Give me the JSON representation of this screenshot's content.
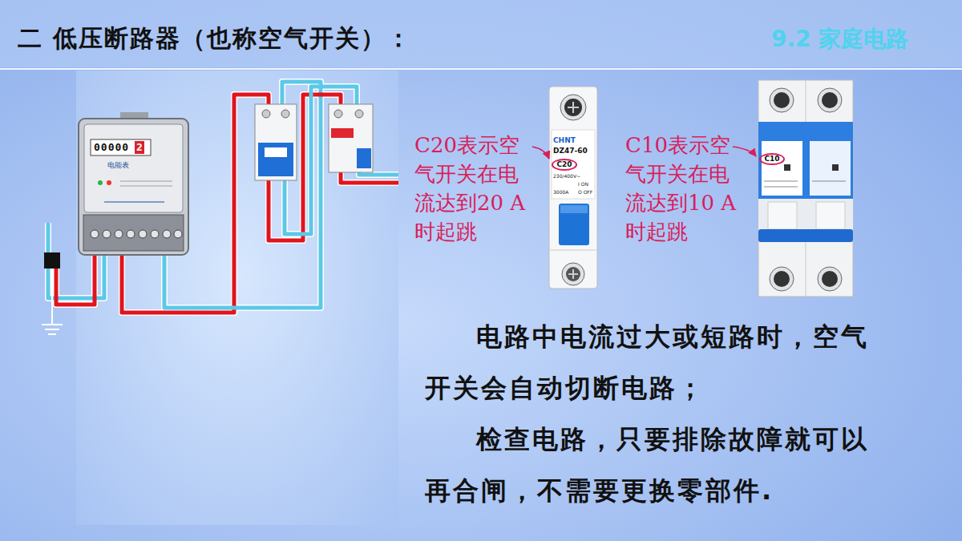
{
  "diagram": {
    "title": "二 低压断路器（也称空气开关）：",
    "nodes": [
      {
        "text": [
          "CHNT",
          "DZ47-60",
          "230/400V~",
          "3000A",
          "I ON",
          "O OFF"
        ]
      },
      {
        "text": [
          "C20"
        ],
        "in": 0
      },
      {
        "text": [
          "C10"
        ]
      }
    ],
    "labels": [
      "9.2 家庭电路",
      "C20表示空气开关在电流达到20 A时起跳",
      "C10表示空气开关在电流达到10 A时起跳",
      "电路中电流过大或短路时，空气开关会自动切断电路；",
      "检查电路，只要排除故障就可以再合闸，不需要更换零部件.",
      "00000",
      "2",
      "电能表"
    ]
  }
}
